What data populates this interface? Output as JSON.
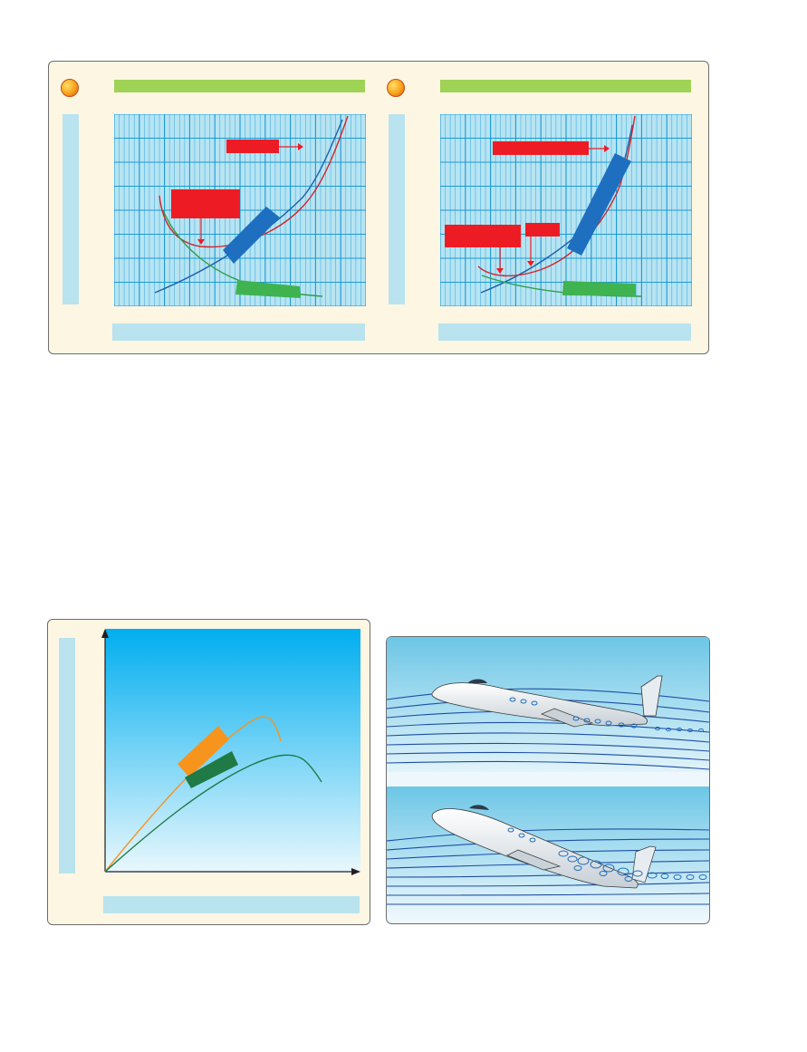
{
  "panels": [
    {
      "id": "left",
      "curves": {
        "total": "red",
        "induced": "green",
        "parasite": "blue"
      }
    },
    {
      "id": "right",
      "curves": {
        "total": "red",
        "induced": "green",
        "parasite": "blue"
      }
    }
  ],
  "colors": {
    "panel_bg": "#fdf6e3",
    "grid_bg": "#b7e4f2",
    "grid_line": "#1b9ad6",
    "title_bar": "#9fd356",
    "axis_bar": "#b9e3ee",
    "callout": "#ed1c24",
    "total_drag_curve": "#d2232a",
    "induced_drag_curve": "#2e9e48",
    "parasite_drag_curve": "#1f5fae",
    "induced_band": "#3fb34f",
    "parasite_band": "#1e6fbf",
    "lift_curve_upper": "#f7941d",
    "lift_curve_lower": "#1f7a45",
    "sky_top": "#00aeef",
    "sky_bottom": "#e8f7fd"
  },
  "icons": [
    "info-bullet-icon",
    "info-bullet-icon",
    "airplane-illustration",
    "airflow-streamline-icon"
  ]
}
